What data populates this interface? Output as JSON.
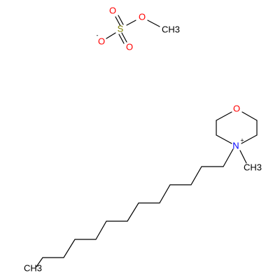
{
  "molecule": {
    "colors": {
      "carbon": "#000000",
      "oxygen": "#ff0000",
      "nitrogen": "#0000ff",
      "sulfur": "#808000"
    },
    "atoms": [
      {
        "id": "S1",
        "element": "sulfur",
        "label": "S"
      },
      {
        "id": "O_up",
        "element": "oxygen",
        "label": "O"
      },
      {
        "id": "O_down",
        "element": "oxygen",
        "label": "O"
      },
      {
        "id": "O_ester",
        "element": "oxygen",
        "label": "O"
      },
      {
        "id": "O_minus",
        "element": "oxygen",
        "label": "O",
        "charge": "-"
      },
      {
        "id": "C_methylsulfate",
        "element": "carbon",
        "label": "CH3"
      },
      {
        "id": "O_ring",
        "element": "oxygen",
        "label": "O"
      },
      {
        "id": "N1",
        "element": "nitrogen",
        "label": "N",
        "charge": "+"
      },
      {
        "id": "C_nmethyl",
        "element": "carbon",
        "label": "CH3"
      },
      {
        "id": "C_terminal",
        "element": "carbon",
        "label": "CH3"
      }
    ]
  }
}
